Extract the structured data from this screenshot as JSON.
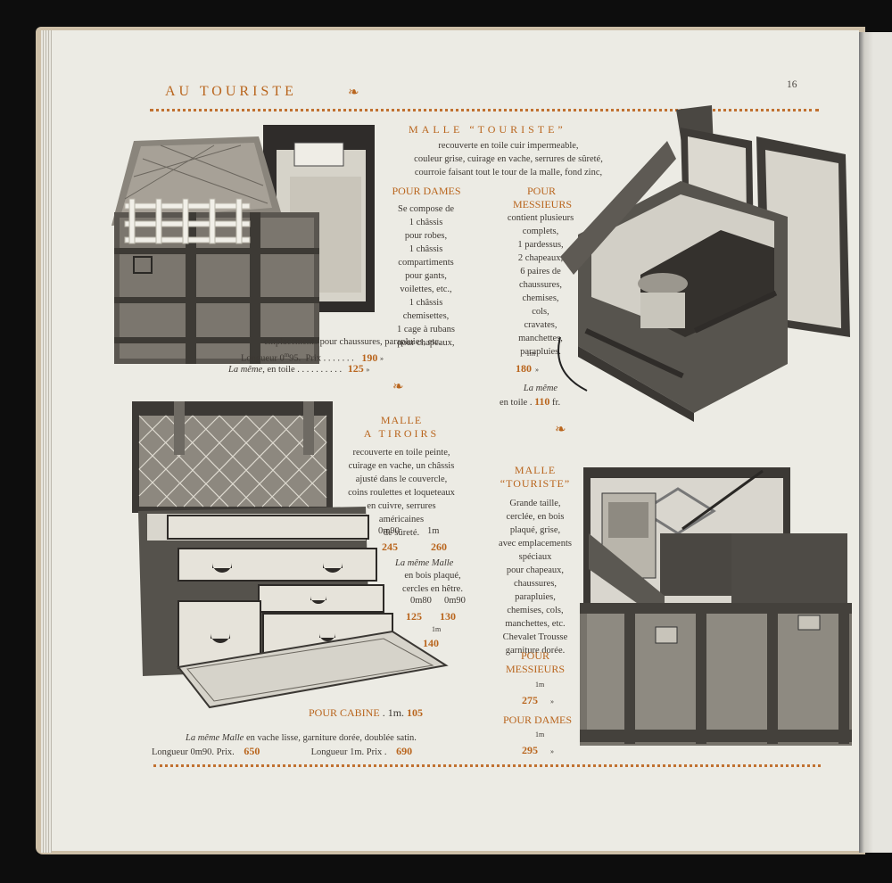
{
  "colors": {
    "accent": "#b9651d",
    "text": "#3d3833",
    "paper": "#ecebe4"
  },
  "header": {
    "title": "AU TOURISTE",
    "page_number": "16",
    "ornament": "❧"
  },
  "malle_touriste": {
    "title": "MALLE “TOURISTE”",
    "desc": [
      "recouverte en toile cuir impermeable,",
      "couleur grise, cuirage en vache, serrures de sûreté,",
      "courroie faisant tout le tour de la malle, fond zinc,"
    ],
    "dames": {
      "heading": "POUR DAMES",
      "lines": [
        "Se compose de",
        "1 châssis",
        "pour robes,",
        "1 châssis",
        "compartiments",
        "pour gants,",
        "voilettes, etc.,",
        "1 châssis",
        "chemisettes,",
        "1 cage à rubans",
        "pour chapeaux,"
      ],
      "emplacements": "emplacements pour chaussures, parapluies, etc.",
      "longueur_label": "Longueur 0",
      "longueur_unit": "m",
      "longueur_value": "95.",
      "prix_label": "Prix",
      "prix": "190",
      "prix_suffix": "»",
      "toile_label": "La même",
      "toile_suffix": ", en toile",
      "toile_price": "125"
    },
    "messieurs": {
      "heading": "POUR",
      "heading2": "MESSIEURS",
      "lines": [
        "contient plusieurs",
        "complets,",
        "1 pardessus,",
        "2 chapeaux,",
        "6 paires de",
        "chaussures,",
        "chemises,",
        "cols,",
        "cravates,",
        "manchettes,",
        "parapluies."
      ],
      "size_unit": "1m",
      "price": "180",
      "toile_it": "La même",
      "toile_label": "en toile",
      "toile_price": "110",
      "toile_suffix": "fr."
    }
  },
  "malle_tiroirs": {
    "title": "MALLE",
    "title2": "A TIROIRS",
    "lines": [
      "recouverte en toile peinte,",
      "cuirage en vache, un châssis",
      "ajusté dans le couvercle,",
      "coins roulettes et loqueteaux",
      "en cuivre, serrures",
      "américaines",
      "de sûreté."
    ],
    "sizes1": [
      "0m90",
      "1m"
    ],
    "prices1": [
      "245",
      "260"
    ],
    "meme_it": "La même Malle",
    "meme_lines": [
      "en bois plaqué,",
      "cercles en hêtre."
    ],
    "sizes2": [
      "0m80",
      "0m90"
    ],
    "prices2": [
      "125",
      "130"
    ],
    "size3": "1m",
    "price3": "140",
    "cabine_label": "POUR CABINE",
    "cabine_size": "1m.",
    "cabine_price": "105",
    "vache_it": "La même Malle",
    "vache_rest": "en vache lisse, garniture dorée, doublée satin.",
    "longueur1": "Longueur 0m90.",
    "prix1_label": "Prix",
    "prix1": "650",
    "longueur2": "Longueur 1m.",
    "prix2_label": "Prix",
    "prix2": "690"
  },
  "malle_grande": {
    "title": "MALLE",
    "title2": "“TOURISTE”",
    "lines": [
      "Grande taille,",
      "cerclée, en bois",
      "plaqué, grise,",
      "avec emplacements",
      "spéciaux",
      "pour chapeaux,",
      "chaussures,",
      "parapluies,",
      "chemises, cols,",
      "manchettes, etc.",
      "Chevalet Trousse",
      "garniture dorée."
    ],
    "messieurs": "POUR",
    "messieurs2": "MESSIEURS",
    "m_size": "1m",
    "m_price": "275",
    "dames": "POUR DAMES",
    "d_size": "1m",
    "d_price": "295"
  }
}
